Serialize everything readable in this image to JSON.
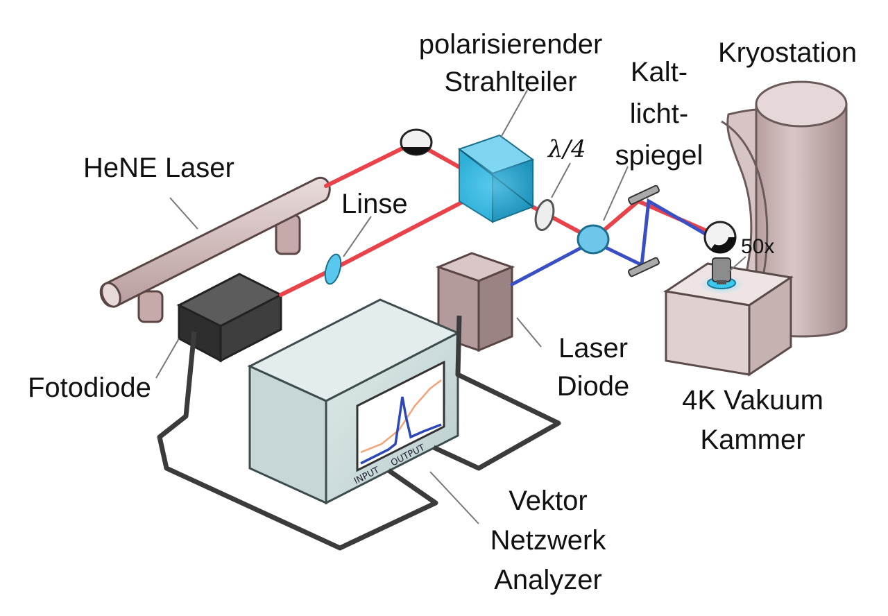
{
  "labels": {
    "kryostation": "Kryostation",
    "pbs_line1": "polarisierender",
    "pbs_line2": "Strahlteiler",
    "kalt_line1": "Kalt-",
    "kalt_line2": "licht-",
    "kalt_line3": "spiegel",
    "lambda4": "λ/4",
    "hene": "HeNE Laser",
    "linse": "Linse",
    "objective": "50x",
    "fotodiode": "Fotodiode",
    "laser_diode_line1": "Laser",
    "laser_diode_line2": "Diode",
    "vakuum_line1": "4K Vakuum",
    "vakuum_line2": "Kammer",
    "vna_line1": "Vektor",
    "vna_line2": "Netzwerk",
    "vna_line3": "Analyzer",
    "port_input": "INPUT",
    "port_output": "OUTPUT"
  },
  "colors": {
    "hene_beam": "#e8424a",
    "diode_beam": "#3a4fc4",
    "cube": "#2fb0d8",
    "housing": "#c9b3b3",
    "cable": "#3b3b3b"
  },
  "icons": {
    "hene": "laser-tube",
    "pbs": "beam-splitter-cube",
    "mirror": "round-mirror",
    "lens": "lens",
    "photodiode": "detector-box",
    "laser_diode": "laser-box",
    "vna": "analyzer-box",
    "cryostat": "cryostat-cylinder"
  }
}
